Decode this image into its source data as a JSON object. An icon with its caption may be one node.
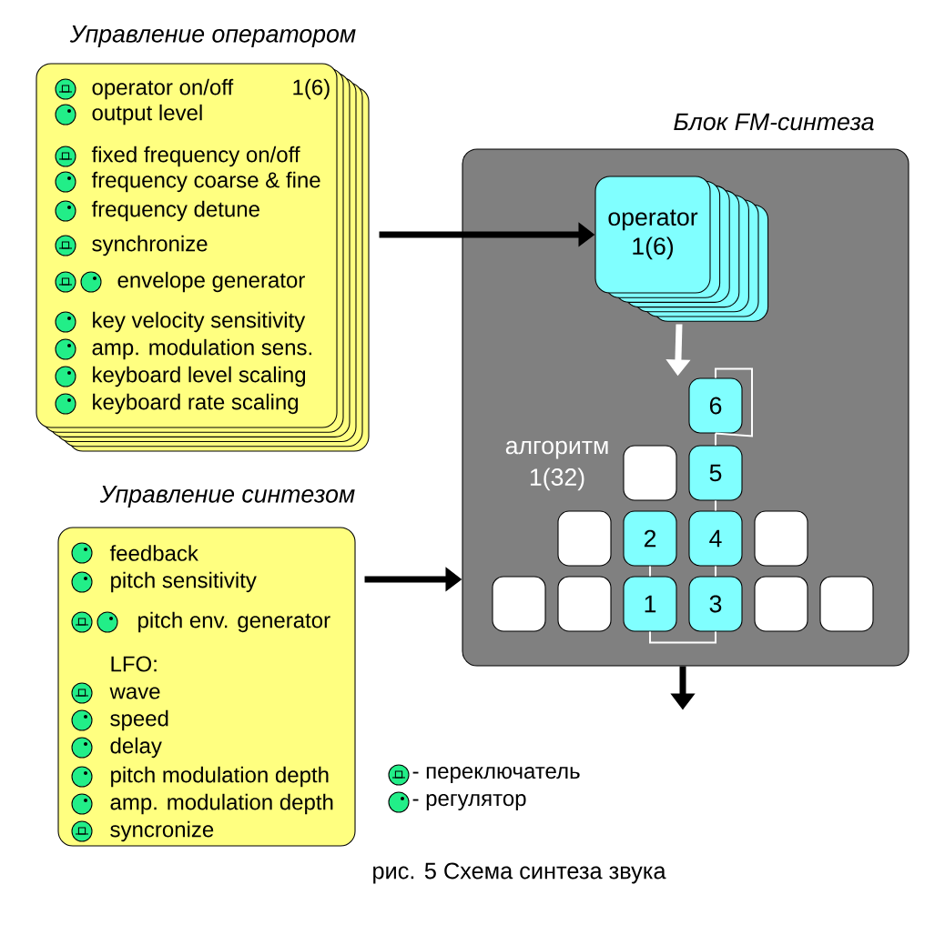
{
  "diagram": {
    "caption": "рис. 5 Схема синтеза звука",
    "nodes": [
      {
        "text": [
          "Управление оператором",
          "1(6)",
          "operator on/off",
          "output level",
          "fixed frequency on/off",
          "frequency coarse & fine",
          "frequency detune",
          "synchronize",
          "envelope generator",
          "key velocity sensitivity",
          "amp. modulation sens.",
          "keyboard level scaling",
          "keyboard rate scaling"
        ]
      },
      {
        "text": [
          "Управление синтезом",
          "feedback",
          "pitch sensitivity",
          "pitch env. generator",
          "LFO:",
          "wave",
          "speed",
          "delay",
          "pitch modulation depth",
          "amp. modulation depth",
          "syncronize"
        ]
      },
      {
        "text": [
          "Блок FM-синтеза",
          "алгоритм 1(32)"
        ]
      },
      {
        "text": [
          "operator 1(6)"
        ],
        "in": 2
      },
      {
        "text": [
          "6"
        ],
        "in": 2
      },
      {
        "text": [],
        "shape": "box",
        "in": 2
      },
      {
        "text": [
          "5"
        ],
        "in": 2
      },
      {
        "text": [],
        "shape": "box",
        "in": 2
      },
      {
        "text": [
          "2"
        ],
        "in": 2
      },
      {
        "text": [
          "4"
        ],
        "in": 2
      },
      {
        "text": [],
        "shape": "box",
        "in": 2
      },
      {
        "text": [],
        "shape": "box",
        "in": 2
      },
      {
        "text": [],
        "shape": "box",
        "in": 2
      },
      {
        "text": [
          "1"
        ],
        "in": 2
      },
      {
        "text": [
          "3"
        ],
        "in": 2
      },
      {
        "text": [],
        "shape": "box",
        "in": 2
      },
      {
        "text": [],
        "shape": "box",
        "in": 2
      }
    ],
    "edges": [
      {
        "from": 0,
        "to": 3,
        "arrow": "to",
        "style": "thick",
        "color": "#000000"
      },
      {
        "from": 1,
        "to": 2,
        "arrow": "to",
        "style": "thick",
        "color": "#000000"
      },
      {
        "from": 3,
        "to": 4,
        "arrow": "to",
        "style": "thick"
      },
      {
        "from": 4,
        "to": 4,
        "arrow": "none"
      },
      {
        "from": 4,
        "to": 6,
        "arrow": "none"
      },
      {
        "from": 6,
        "to": 9,
        "arrow": "none"
      },
      {
        "from": 9,
        "to": 14,
        "arrow": "none"
      },
      {
        "from": 8,
        "to": 13,
        "arrow": "none"
      },
      {
        "from": 13,
        "to": 14,
        "arrow": "none"
      },
      {
        "from": 2,
        "to": null,
        "arrow": "to",
        "style": "thick",
        "color": "#000000"
      }
    ],
    "legend": [
      {
        "text": "- переключатель"
      },
      {
        "text": "- регулятор"
      }
    ]
  }
}
